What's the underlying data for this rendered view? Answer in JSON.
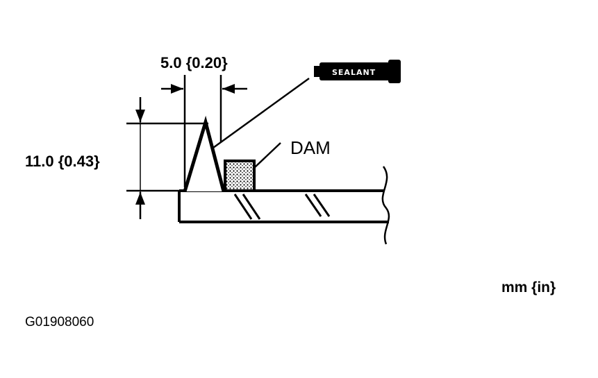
{
  "diagram": {
    "width_dimension": "5.0 {0.20}",
    "height_dimension": "11.0 {0.43}",
    "sealant_tube_label": "SEALANT",
    "dam_label": "DAM",
    "units_label": "mm {in}",
    "figure_code": "G01908060"
  },
  "colors": {
    "ink": "#000000",
    "paper": "#ffffff"
  }
}
